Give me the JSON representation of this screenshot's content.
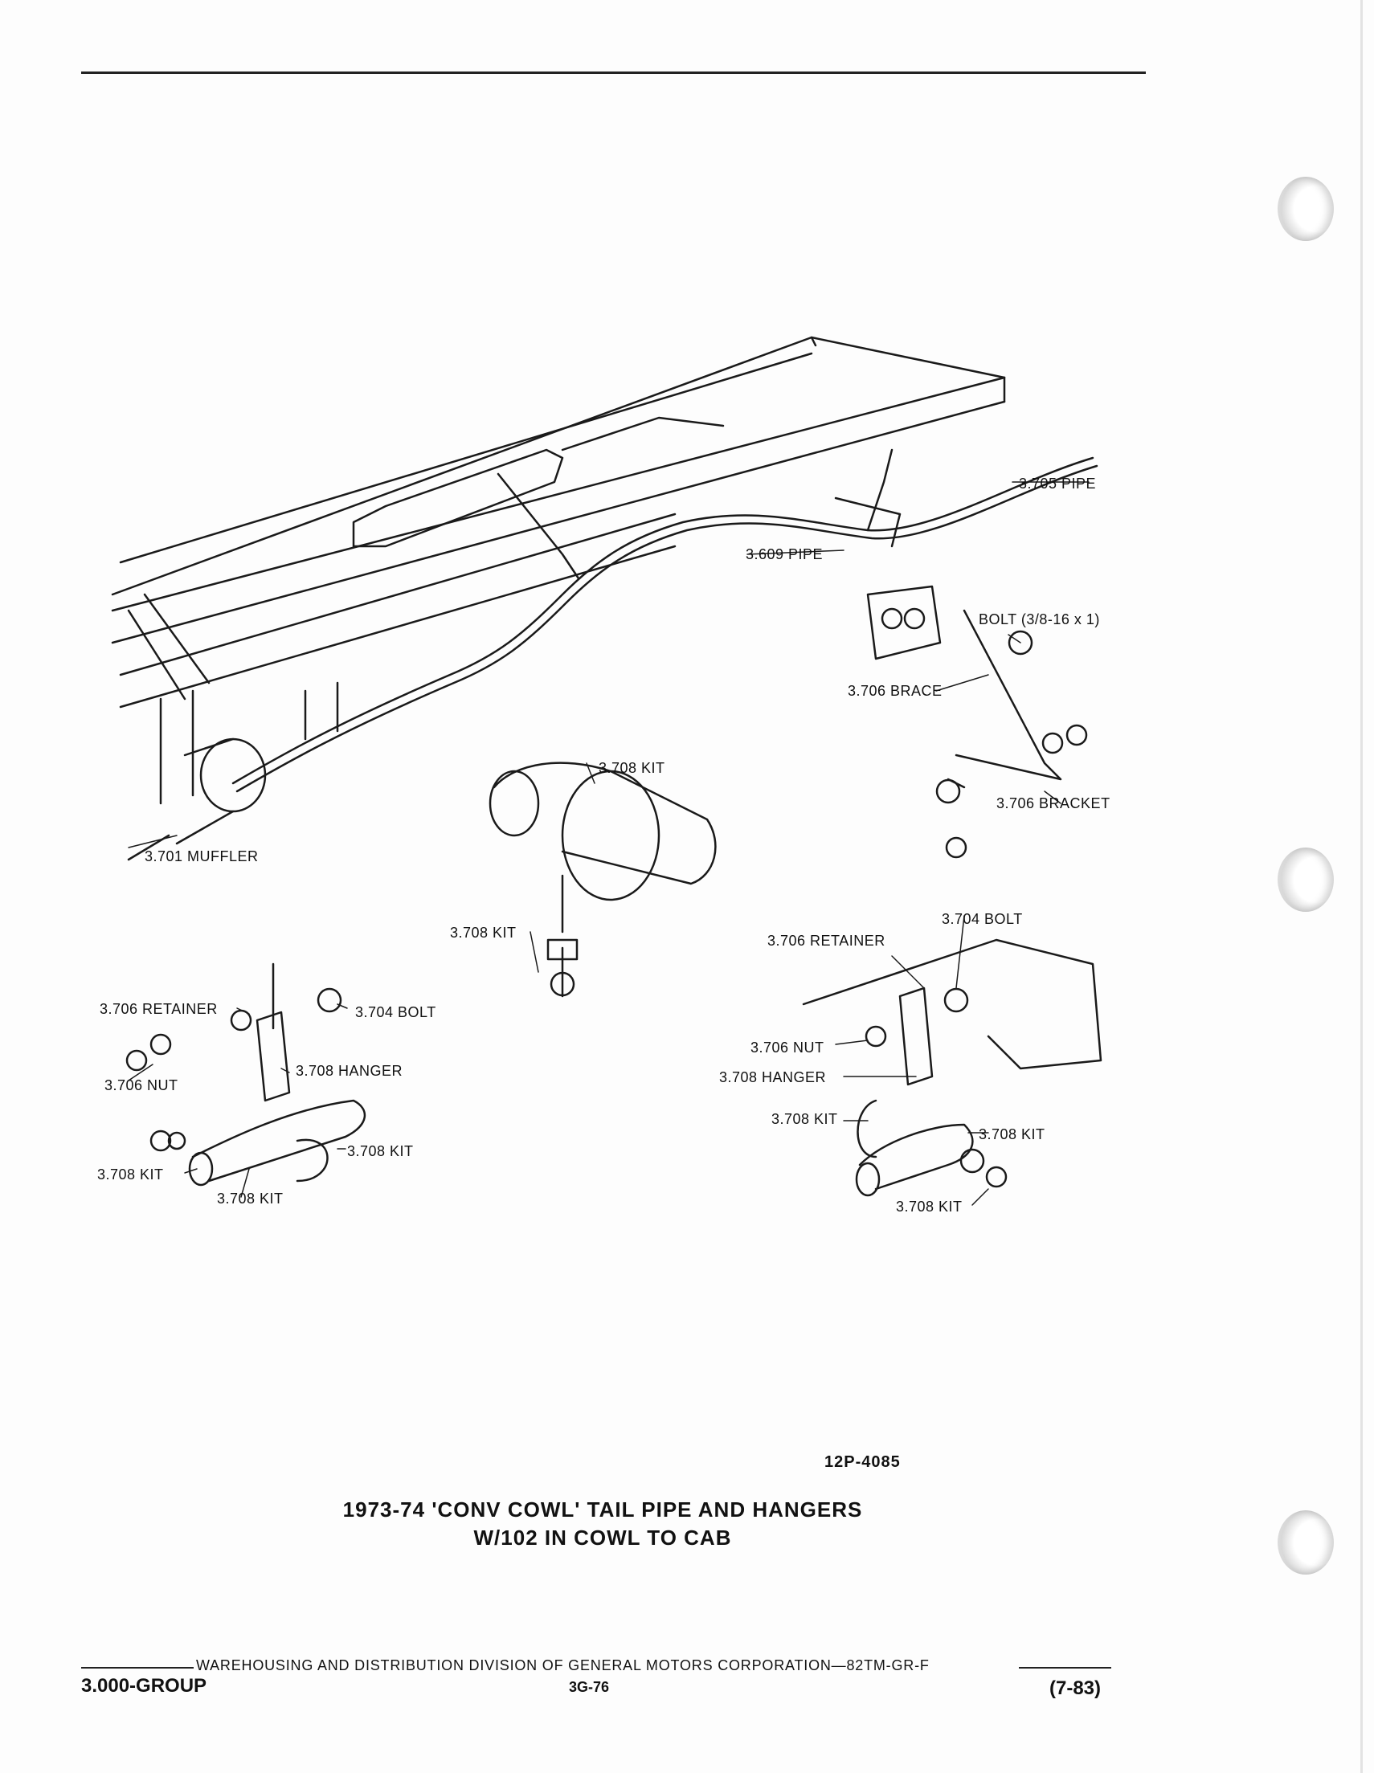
{
  "figure": {
    "number": "12P-4085",
    "title_line1": "1973-74 'CONV COWL' TAIL PIPE AND HANGERS",
    "title_line2": "W/102 IN COWL TO CAB"
  },
  "callouts": {
    "pipe_3705": "3.705 PIPE",
    "pipe_3609": "3.609 PIPE",
    "bolt_top": "BOLT (3/8-16 x 1)",
    "brace_3706": "3.706 BRACE",
    "bracket_3706": "3.706 BRACKET",
    "muffler_3701": "3.701 MUFFLER",
    "kit_center_top": "3.708 KIT",
    "kit_center_left": "3.708 KIT",
    "bolt_right": "3.704 BOLT",
    "retainer_right": "3.706 RETAINER",
    "nut_right": "3.706 NUT",
    "hanger_right": "3.708 HANGER",
    "kit_right_a": "3.708 KIT",
    "kit_right_b": "3.708 KIT",
    "kit_right_c": "3.708 KIT",
    "retainer_left": "3.706 RETAINER",
    "bolt_left": "3.704 BOLT",
    "nut_left": "3.706 NUT",
    "hanger_left": "3.708 HANGER",
    "kit_left_a": "3.708 KIT",
    "kit_left_b": "3.708 KIT",
    "kit_left_c": "3.708 KIT"
  },
  "footer": {
    "division": "WAREHOUSING AND DISTRIBUTION  DIVISION OF GENERAL MOTORS CORPORATION—82TM-GR-F",
    "group": "3.000-GROUP",
    "page": "3G-76",
    "date": "(7-83)"
  }
}
